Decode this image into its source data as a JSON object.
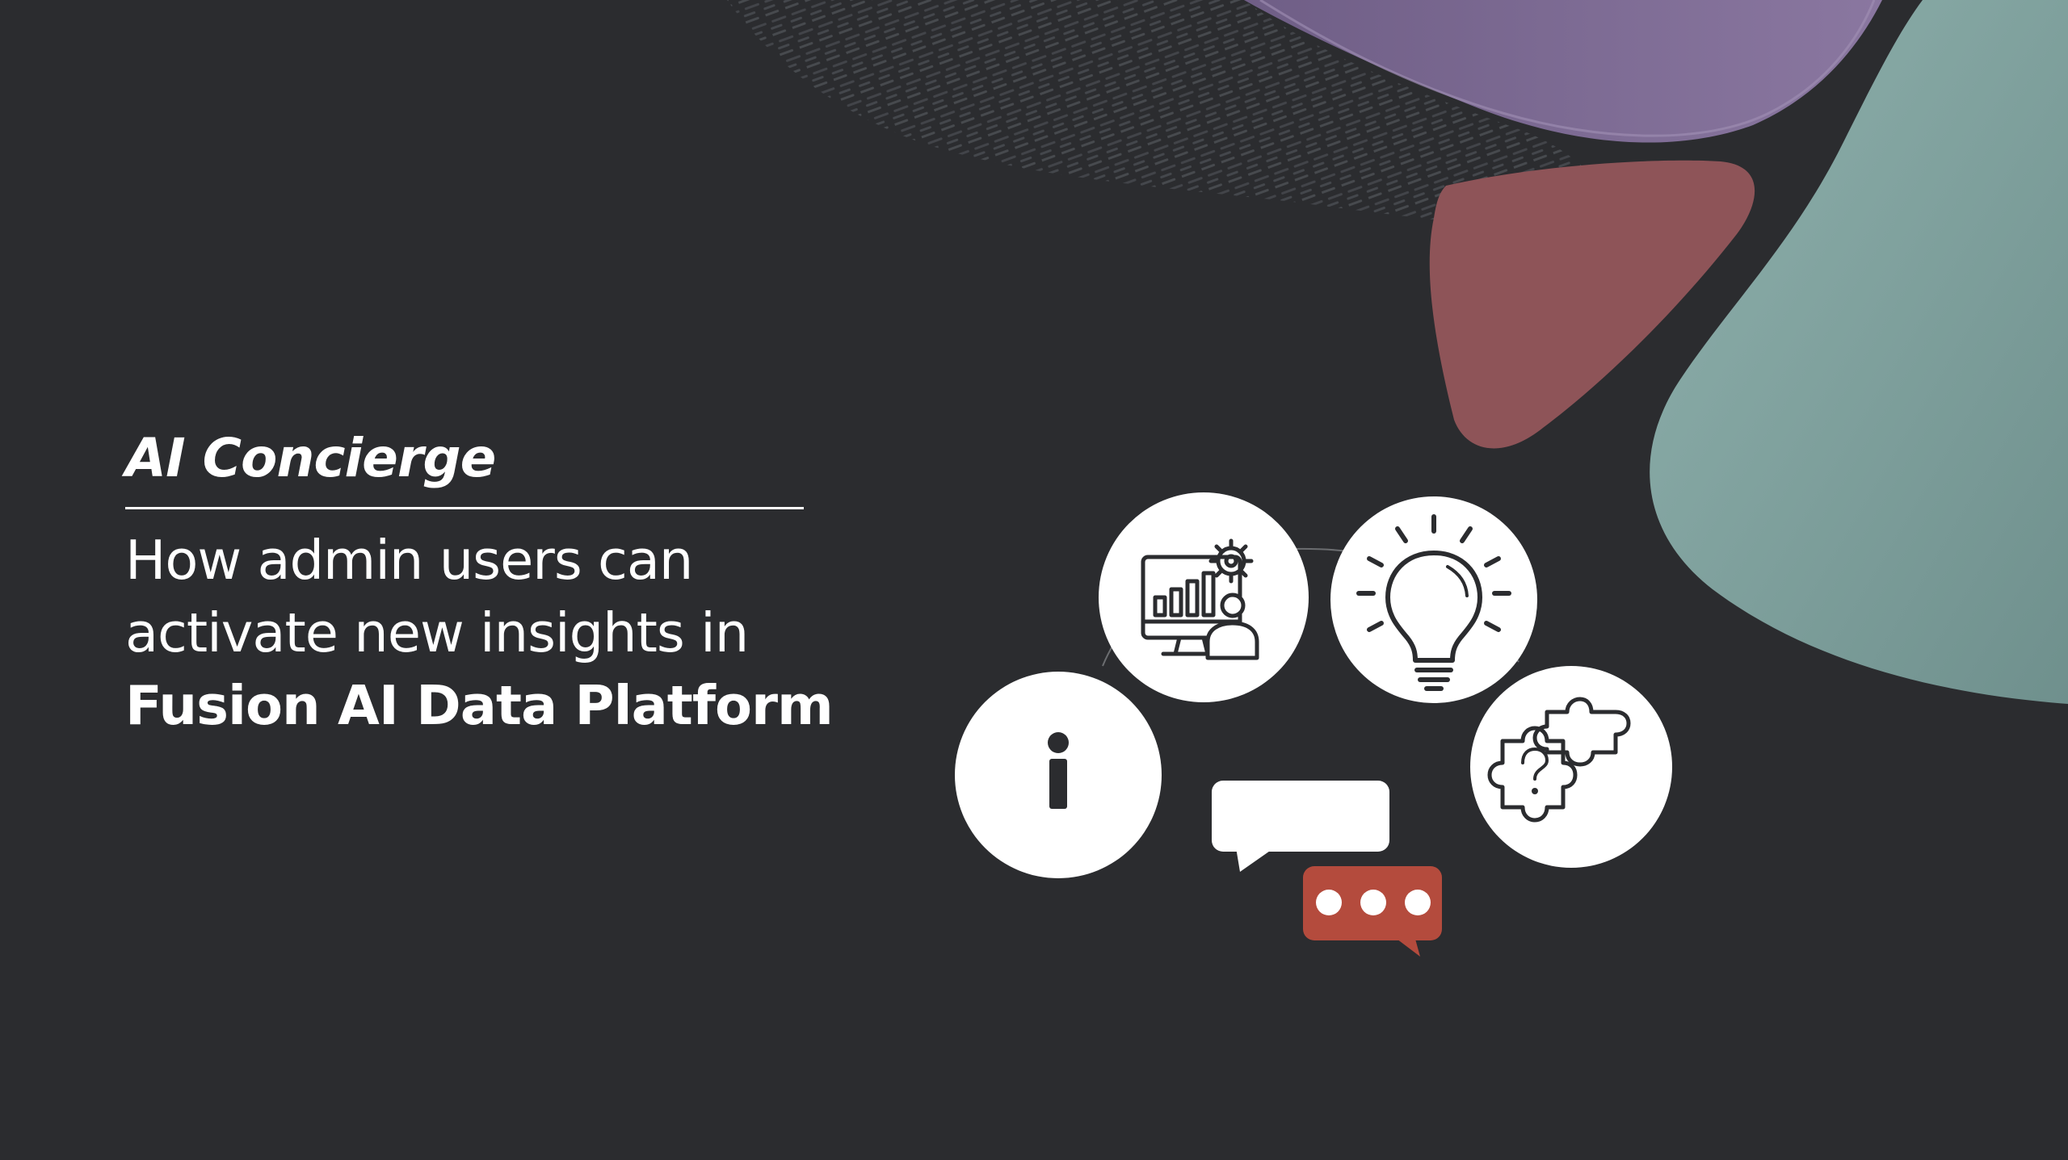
{
  "slide": {
    "kicker": "AI Concierge",
    "headline_line1": "How admin users can",
    "headline_line2": "activate new insights in",
    "headline_line3": "Fusion AI Data Platform"
  },
  "colors": {
    "background": "#2b2c2f",
    "purple_shape": "#7d6a94",
    "rose_shape": "#8e5458",
    "teal_shape": "#7fa09d",
    "chat_red": "#b44b3d",
    "icon_circle": "#ffffff",
    "icon_stroke": "#2b2c2f"
  },
  "icons": [
    "info-icon",
    "analytics-dashboard-icon",
    "lightbulb-icon",
    "puzzle-question-icon",
    "speech-bubble-icon",
    "typing-chat-icon"
  ]
}
